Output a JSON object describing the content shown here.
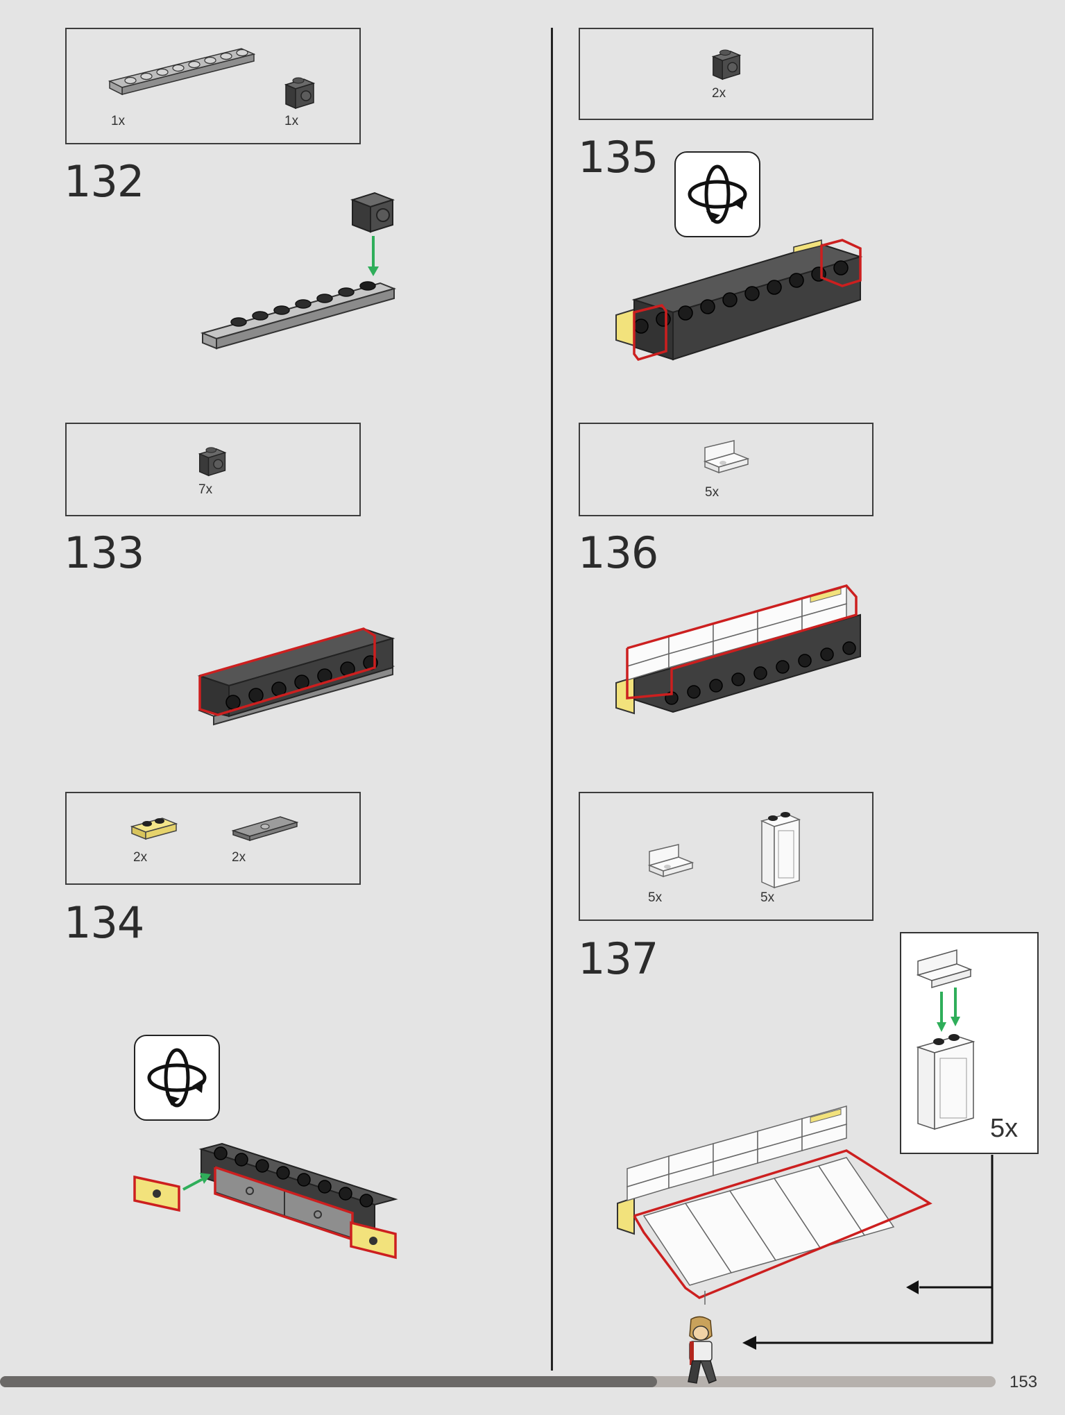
{
  "page": {
    "number": "153",
    "progress": 0.66
  },
  "icons": {
    "rotate": "rotate-model-icon",
    "minifigure": "minifigure-progress-icon",
    "assembly_arrow": "green-arrow-icon"
  },
  "colors": {
    "highlight_outline": "#cc1f1f",
    "assembly_arrow": "#2fae5a",
    "dark_brick": "#2e2e2e",
    "light_plate": "#c9c9c9",
    "trans_yellow": "#f2e27c"
  },
  "steps": [
    {
      "number": "132",
      "parts": [
        {
          "name": "light-gray 1x8 plate",
          "qty": "1x"
        },
        {
          "name": "dark 1x1 brick with side stud",
          "qty": "1x"
        }
      ]
    },
    {
      "number": "133",
      "parts": [
        {
          "name": "dark 1x1 brick with side stud",
          "qty": "7x"
        }
      ]
    },
    {
      "number": "134",
      "parts": [
        {
          "name": "trans-yellow 1x2 plate",
          "qty": "2x"
        },
        {
          "name": "gray 1x4 tile with center stud",
          "qty": "2x"
        }
      ],
      "rotate_icon": true
    },
    {
      "number": "135",
      "parts": [
        {
          "name": "dark 1x1 brick with side stud",
          "qty": "2x"
        }
      ],
      "rotate_icon": true
    },
    {
      "number": "136",
      "parts": [
        {
          "name": "clear 1x2 bracket",
          "qty": "5x"
        }
      ]
    },
    {
      "number": "137",
      "parts": [
        {
          "name": "clear 1x2 bracket",
          "qty": "5x"
        },
        {
          "name": "clear 1x2x3 panel",
          "qty": "5x"
        }
      ],
      "callout_qty": "5x"
    }
  ]
}
